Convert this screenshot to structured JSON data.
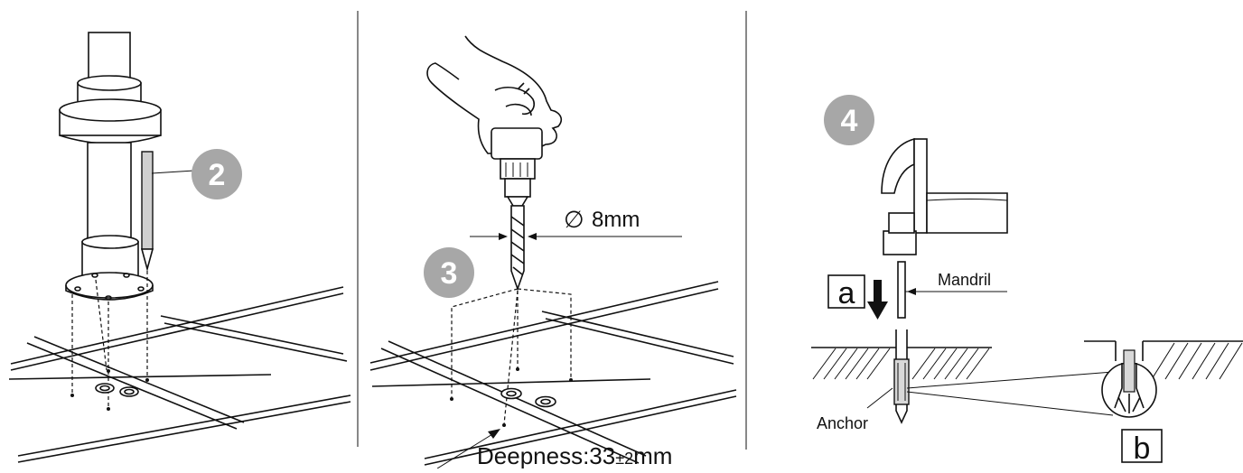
{
  "steps": {
    "step2": "2",
    "step3": "3",
    "step4": "4"
  },
  "labels": {
    "diameter": "8mm",
    "diameter_symbol": "∅",
    "depth_prefix": "Deepness:33",
    "depth_tolerance": "±2",
    "depth_unit": "mm",
    "mandril": "Mandril",
    "anchor": "Anchor",
    "detail_a": "a",
    "detail_b": "b"
  },
  "colors": {
    "badge": "#a7a7a7",
    "line": "#111111",
    "background": "#ffffff"
  }
}
